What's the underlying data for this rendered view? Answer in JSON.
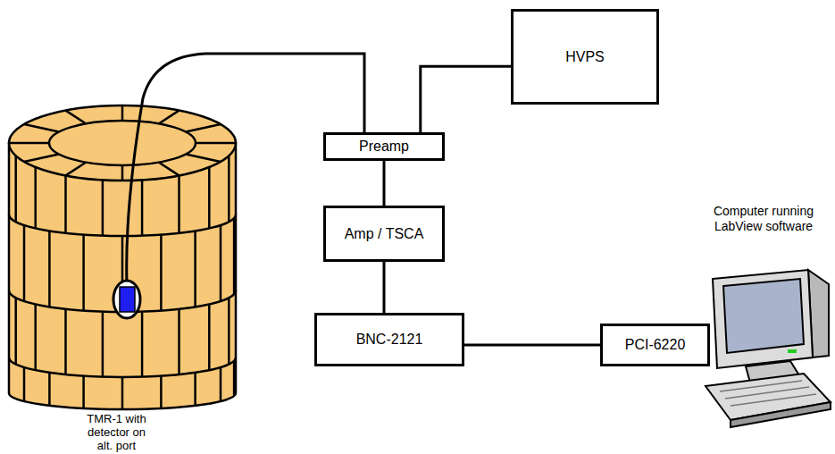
{
  "diagram": {
    "nodes": [
      {
        "text": [
          "HVPS"
        ]
      },
      {
        "text": [
          "Preamp"
        ]
      },
      {
        "text": [
          "Amp / TSCA"
        ]
      },
      {
        "text": [
          "BNC-2121"
        ]
      },
      {
        "text": [
          "PCI-6220"
        ]
      }
    ],
    "edges": [
      {
        "from": 0,
        "to": 1,
        "arrow": "none"
      },
      {
        "from": 1,
        "to": 2,
        "arrow": "none"
      },
      {
        "from": 2,
        "to": 3,
        "arrow": "none"
      },
      {
        "from": 3,
        "to": 4,
        "arrow": "none"
      }
    ],
    "labels": [
      "TMR-1 with detector on alt. port",
      "Computer running LabView software"
    ]
  }
}
